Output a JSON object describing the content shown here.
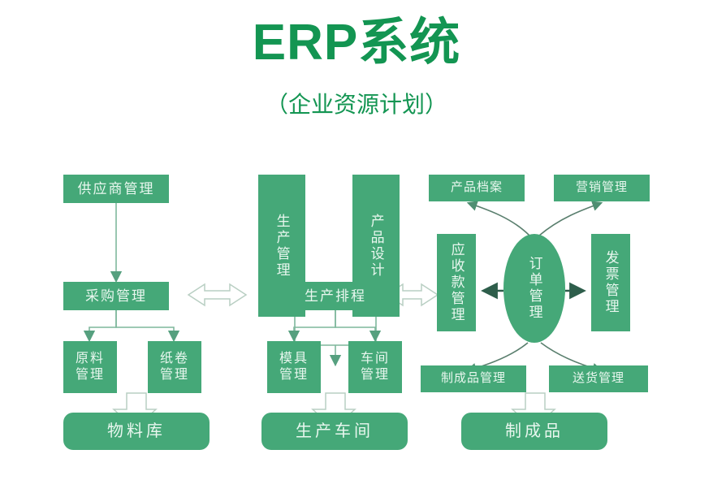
{
  "header": {
    "title": "ERP系统",
    "subtitle": "（企业资源计划）"
  },
  "theme": {
    "brand_green": "#139552",
    "node_fill": "#45a878",
    "node_text": "#e9f7ef",
    "connector": "#7a9c8b",
    "background": "#ffffff"
  },
  "columns": {
    "procurement": {
      "supplier": "供应商管理",
      "purchase": "采购管理",
      "raw_material": "原料\n管理",
      "paper_roll": "纸卷\n管理",
      "warehouse": "物料库"
    },
    "production": {
      "production_mgmt": "生产管理",
      "product_design": "产品设计",
      "scheduling": "生产排程",
      "mold": "模具\n管理",
      "workshop": "车间\n管理",
      "plant": "生产车间"
    },
    "sales": {
      "product_archive": "产品档案",
      "marketing": "营销管理",
      "receivables": "应收款管理",
      "order_mgmt": "订单管理",
      "invoice": "发票管理",
      "finished_goods_mgmt": "制成品管理",
      "delivery": "送货管理",
      "finished_goods": "制成品"
    }
  },
  "connectors": [
    {
      "name": "supplier-to-purchase",
      "kind": "arrow-down"
    },
    {
      "name": "purchase-to-raw-material",
      "kind": "arrow-down-split"
    },
    {
      "name": "purchase-to-paper-roll",
      "kind": "arrow-down-split"
    },
    {
      "name": "raw-paper-to-warehouse",
      "kind": "block-arrow-down"
    },
    {
      "name": "production-design-to-scheduling",
      "kind": "arrow-down-merge"
    },
    {
      "name": "scheduling-to-mold",
      "kind": "arrow-down-split"
    },
    {
      "name": "scheduling-to-workshop",
      "kind": "arrow-down-split"
    },
    {
      "name": "mold-workshop-to-plant",
      "kind": "block-arrow-down"
    },
    {
      "name": "purchase-scheduling-link",
      "kind": "block-arrow-double"
    },
    {
      "name": "scheduling-receivables-link",
      "kind": "block-arrow-double"
    },
    {
      "name": "order-to-receivables",
      "kind": "arrow-left"
    },
    {
      "name": "order-to-invoice",
      "kind": "arrow-right"
    },
    {
      "name": "order-to-product-archive",
      "kind": "curve-arrow-up-left"
    },
    {
      "name": "order-to-marketing",
      "kind": "curve-arrow-up-right"
    },
    {
      "name": "order-to-finished-goods-mgmt",
      "kind": "curve-arrow-down-left"
    },
    {
      "name": "order-to-delivery",
      "kind": "curve-arrow-down-right"
    },
    {
      "name": "finished-delivery-to-finished-goods",
      "kind": "block-arrow-down"
    }
  ]
}
